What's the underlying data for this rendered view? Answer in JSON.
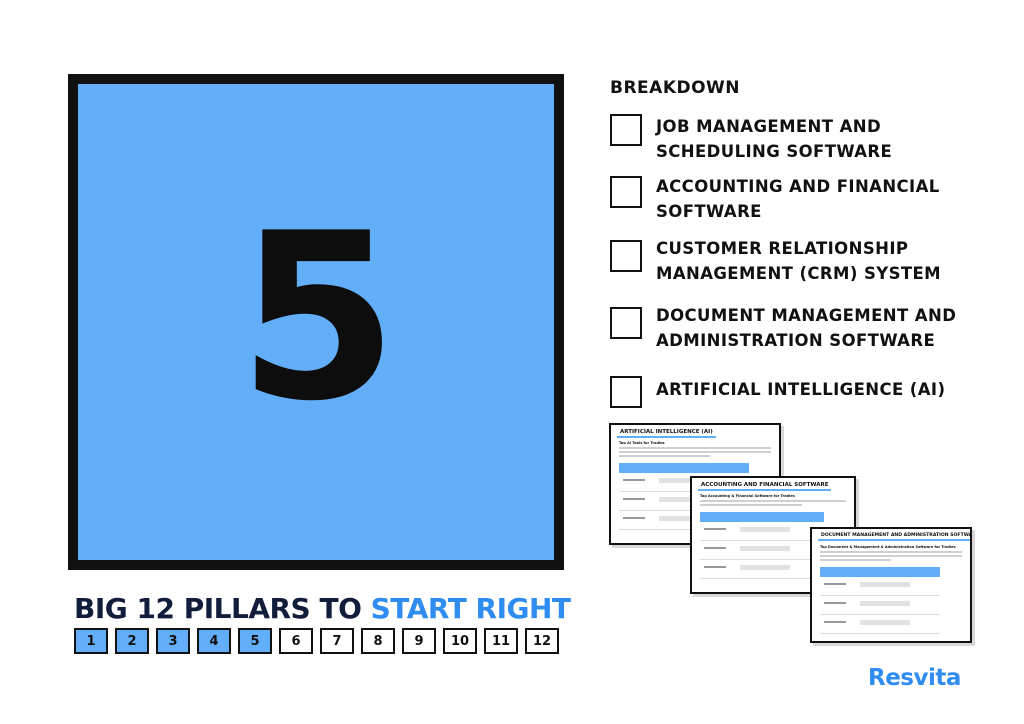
{
  "big_number": "5",
  "headline": {
    "part1": "BIG 12 PILLARS TO ",
    "part2": "START RIGHT"
  },
  "pillars": [
    {
      "label": "1",
      "active": true
    },
    {
      "label": "2",
      "active": true
    },
    {
      "label": "3",
      "active": true
    },
    {
      "label": "4",
      "active": true
    },
    {
      "label": "5",
      "active": true
    },
    {
      "label": "6",
      "active": false
    },
    {
      "label": "7",
      "active": false
    },
    {
      "label": "8",
      "active": false
    },
    {
      "label": "9",
      "active": false
    },
    {
      "label": "10",
      "active": false
    },
    {
      "label": "11",
      "active": false
    },
    {
      "label": "12",
      "active": false
    }
  ],
  "breakdown": {
    "title": "BREAKDOWN",
    "items": [
      {
        "line1": "JOB MANAGEMENT AND",
        "line2": "SCHEDULING SOFTWARE"
      },
      {
        "line1": "ACCOUNTING AND FINANCIAL",
        "line2": "SOFTWARE"
      },
      {
        "line1": "CUSTOMER RELATIONSHIP",
        "line2": "MANAGEMENT (CRM) SYSTEM"
      },
      {
        "line1": "DOCUMENT MANAGEMENT AND",
        "line2": "ADMINISTRATION SOFTWARE"
      },
      {
        "line1": "ARTIFICIAL INTELLIGENCE (AI)",
        "line2": ""
      }
    ]
  },
  "docs": [
    {
      "title": "ARTIFICIAL INTELLIGENCE (AI)",
      "subtitle": "Top AI Tools for Tradies"
    },
    {
      "title": "ACCOUNTING AND FINANCIAL SOFTWARE",
      "subtitle": "Top Accounting & Financial Software for Tradies"
    },
    {
      "title": "DOCUMENT MANAGEMENT AND ADMINISTRATION SOFTWARE",
      "subtitle": "Top Document & Management & Administration Software for Tradies"
    }
  ],
  "brand": "Resvita",
  "colors": {
    "accent": "#63aef8",
    "brand": "#2f8df2",
    "ink": "#111111"
  }
}
